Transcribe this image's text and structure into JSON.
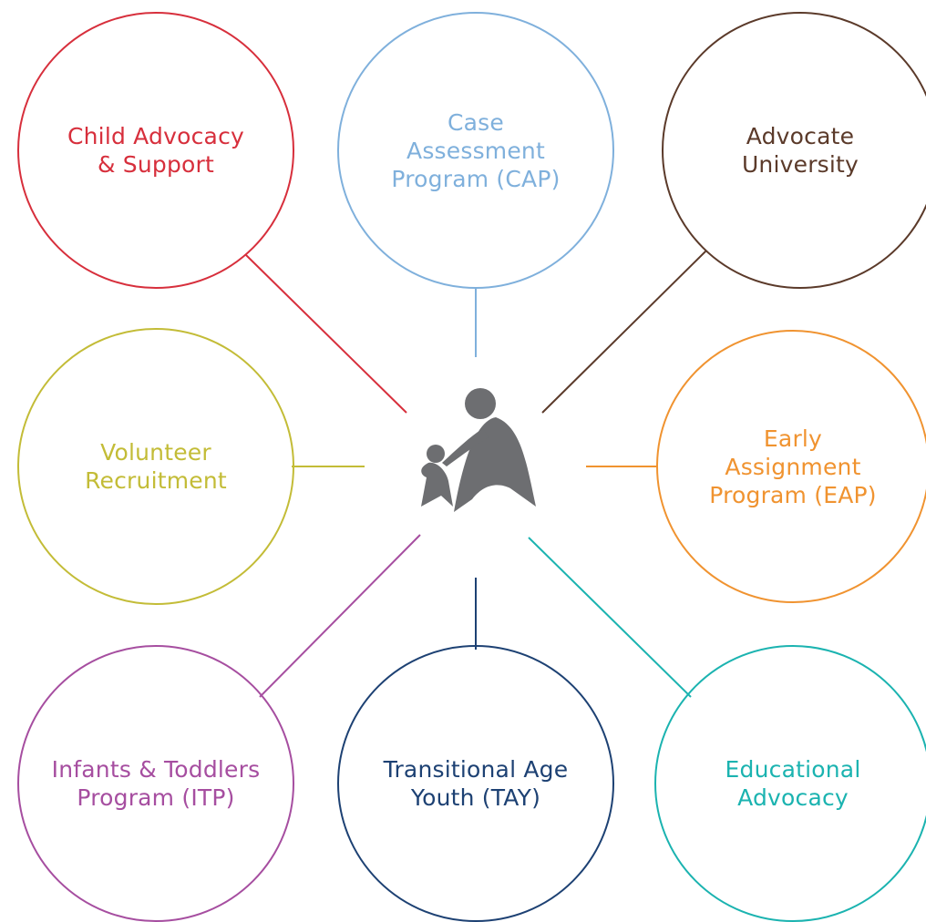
{
  "diagram": {
    "center_logo": {
      "icon": "adult-child-walking-logo",
      "color": "#6d6e71"
    },
    "nodes": [
      {
        "id": "child-advocacy",
        "lines": [
          "Child Advocacy",
          "& Support"
        ],
        "color": "#d72f3c"
      },
      {
        "id": "cap",
        "lines": [
          "Case",
          "Assessment",
          "Program (CAP)"
        ],
        "color": "#7fb0dc"
      },
      {
        "id": "advocate-university",
        "lines": [
          "Advocate",
          "University"
        ],
        "color": "#5b3a2a"
      },
      {
        "id": "volunteer-recruitment",
        "lines": [
          "Volunteer",
          "Recruitment"
        ],
        "color": "#c3bc37"
      },
      {
        "id": "eap",
        "lines": [
          "Early",
          "Assignment",
          "Program (EAP)"
        ],
        "color": "#f09330"
      },
      {
        "id": "itp",
        "lines": [
          "Infants & Toddlers",
          "Program (ITP)"
        ],
        "color": "#a64ea0"
      },
      {
        "id": "tay",
        "lines": [
          "Transitional Age",
          "Youth (TAY)"
        ],
        "color": "#1d4173"
      },
      {
        "id": "educational-advocacy",
        "lines": [
          "Educational",
          "Advocacy"
        ],
        "color": "#1bb3b0"
      }
    ]
  }
}
